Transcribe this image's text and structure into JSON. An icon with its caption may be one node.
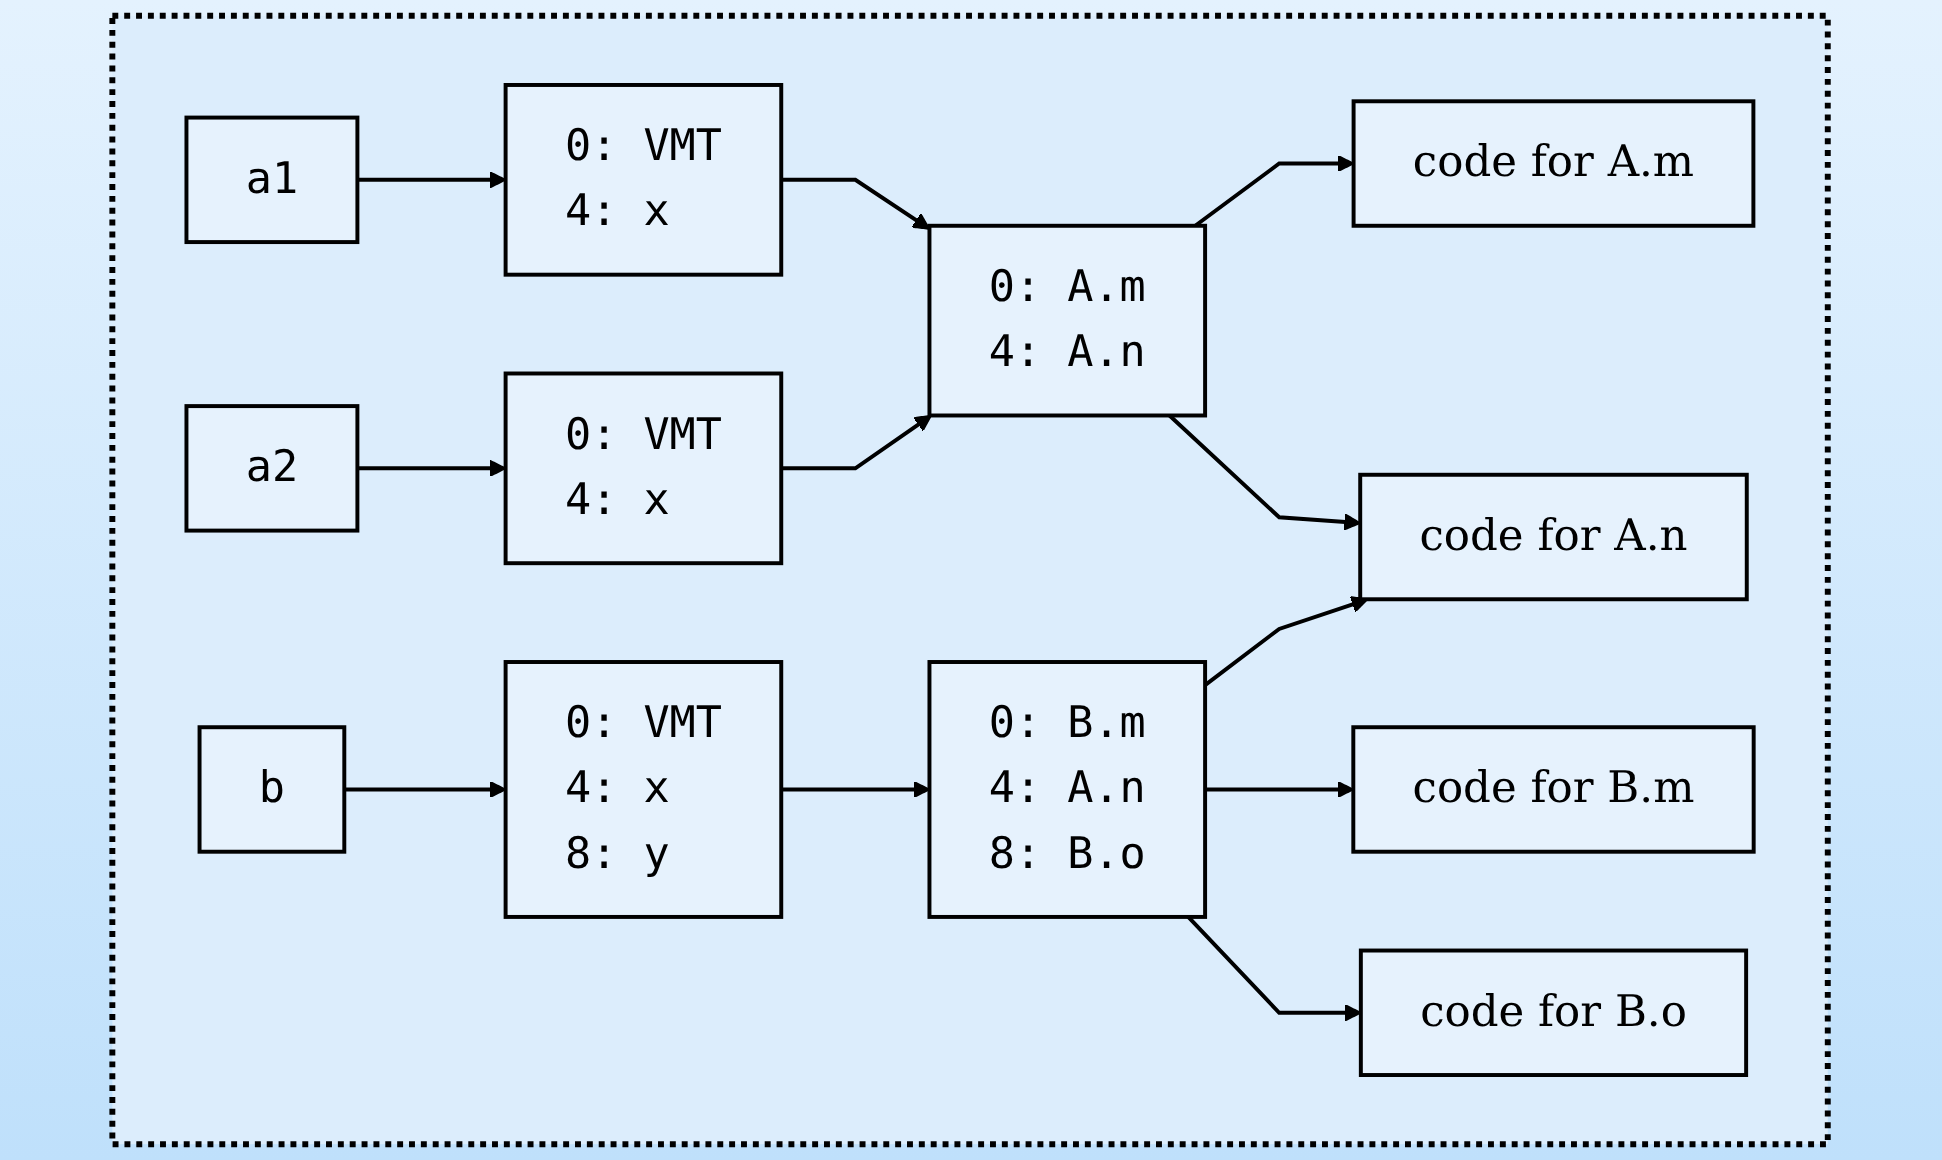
{
  "diagram": {
    "nodes": [
      {
        "text": [],
        "shape": "box"
      },
      {
        "text": [
          "a1"
        ],
        "in": 0
      },
      {
        "text": [
          "0: VMT",
          "4: x"
        ],
        "in": 0
      },
      {
        "text": [
          "0: A.m",
          "4: A.n"
        ],
        "in": 0
      },
      {
        "text": [
          "code for A.m"
        ],
        "in": 0
      },
      {
        "text": [
          "a2"
        ],
        "in": 0
      },
      {
        "text": [
          "0: VMT",
          "4: x"
        ],
        "in": 0
      },
      {
        "text": [
          "code for A.n"
        ],
        "in": 0
      },
      {
        "text": [
          "b"
        ],
        "in": 0
      },
      {
        "text": [
          "0: VMT",
          "4: x",
          "8: y"
        ],
        "in": 0
      },
      {
        "text": [
          "0: B.m",
          "4: A.n",
          "8: B.o"
        ],
        "in": 0
      },
      {
        "text": [
          "code for B.m"
        ],
        "in": 0
      },
      {
        "text": [
          "code for B.o"
        ],
        "in": 0
      }
    ],
    "edges": [
      {
        "from": 1,
        "to": 2,
        "arrow": "to"
      },
      {
        "from": 2,
        "to": 3,
        "arrow": "to"
      },
      {
        "from": 3,
        "to": 4,
        "arrow": "to"
      },
      {
        "from": 3,
        "to": 7,
        "arrow": "to"
      },
      {
        "from": 5,
        "to": 6,
        "arrow": "to"
      },
      {
        "from": 6,
        "to": 3,
        "arrow": "to"
      },
      {
        "from": 8,
        "to": 9,
        "arrow": "to"
      },
      {
        "from": 9,
        "to": 10,
        "arrow": "to"
      },
      {
        "from": 10,
        "to": 11,
        "arrow": "to"
      },
      {
        "from": 10,
        "to": 7,
        "arrow": "to"
      },
      {
        "from": 10,
        "to": 12,
        "arrow": "to"
      }
    ]
  }
}
